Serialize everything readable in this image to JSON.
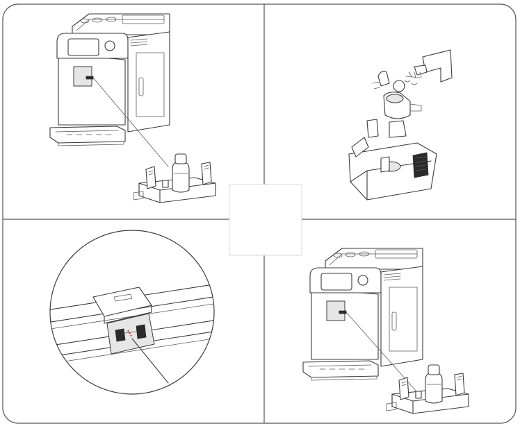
{
  "figure": {
    "panels": [
      {
        "id": "top-left",
        "depicts": "coffee-machine-with-brewing-unit"
      },
      {
        "id": "top-right",
        "depicts": "brewing-unit-rinsed-under-tap"
      },
      {
        "id": "bottom-left",
        "depicts": "detail-lever-position"
      },
      {
        "id": "bottom-right",
        "depicts": "reinsert-brewing-unit"
      }
    ],
    "colors": {
      "line": "#3a3a3a",
      "frame": "#555555",
      "accent": "#d9302c",
      "background": "#ffffff"
    }
  }
}
